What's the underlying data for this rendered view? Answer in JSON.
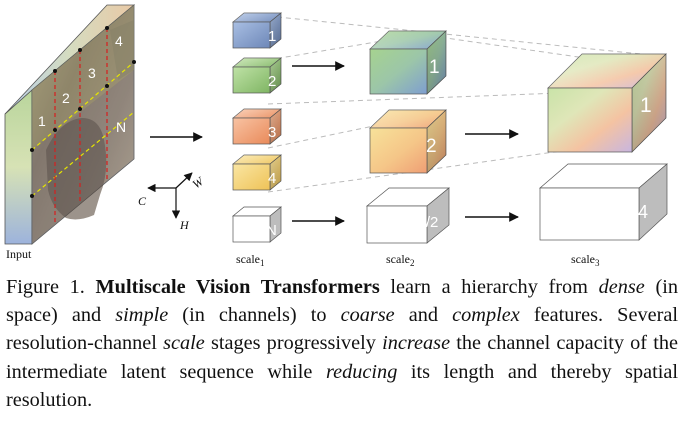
{
  "figure": {
    "input_label": "Input",
    "axes": {
      "c": "C",
      "w": "W",
      "h": "H"
    },
    "input_patch_labels": [
      "1",
      "2",
      "3",
      "4",
      "N"
    ],
    "scale1_labels": [
      "1",
      "2",
      "3",
      "4",
      "N"
    ],
    "scale2_labels": [
      "1",
      "2",
      "N/2"
    ],
    "scale3_labels": [
      "1",
      "N/4"
    ],
    "scale_titles": [
      {
        "base": "scale",
        "sub": "1"
      },
      {
        "base": "scale",
        "sub": "2"
      },
      {
        "base": "scale",
        "sub": "3"
      }
    ]
  },
  "caption": {
    "prefix": "Figure 1.",
    "title": "Multiscale Vision Transformers",
    "segments": [
      {
        "t": " learn a hierarchy from ",
        "i": false
      },
      {
        "t": "dense",
        "i": true
      },
      {
        "t": " (in space) and ",
        "i": false
      },
      {
        "t": "simple",
        "i": true
      },
      {
        "t": " (in channels) to ",
        "i": false
      },
      {
        "t": "coarse",
        "i": true
      },
      {
        "t": " and ",
        "i": false
      },
      {
        "t": "complex",
        "i": true
      },
      {
        "t": " features.  Several resolution-channel ",
        "i": false
      },
      {
        "t": "scale",
        "i": true
      },
      {
        "t": " stages progressively ",
        "i": false
      },
      {
        "t": "increase",
        "i": true
      },
      {
        "t": " the channel capacity of the intermediate latent sequence while ",
        "i": false
      },
      {
        "t": "reducing",
        "i": true
      },
      {
        "t": " its length and thereby spatial resolution.",
        "i": false
      }
    ]
  },
  "colors": {
    "blue": "#8fa6cf",
    "green": "#9ccb83",
    "orange": "#f3a57d",
    "yellow": "#f6d77a",
    "white": "#ffffff",
    "label": "#ffffff",
    "edge": "#555555"
  }
}
